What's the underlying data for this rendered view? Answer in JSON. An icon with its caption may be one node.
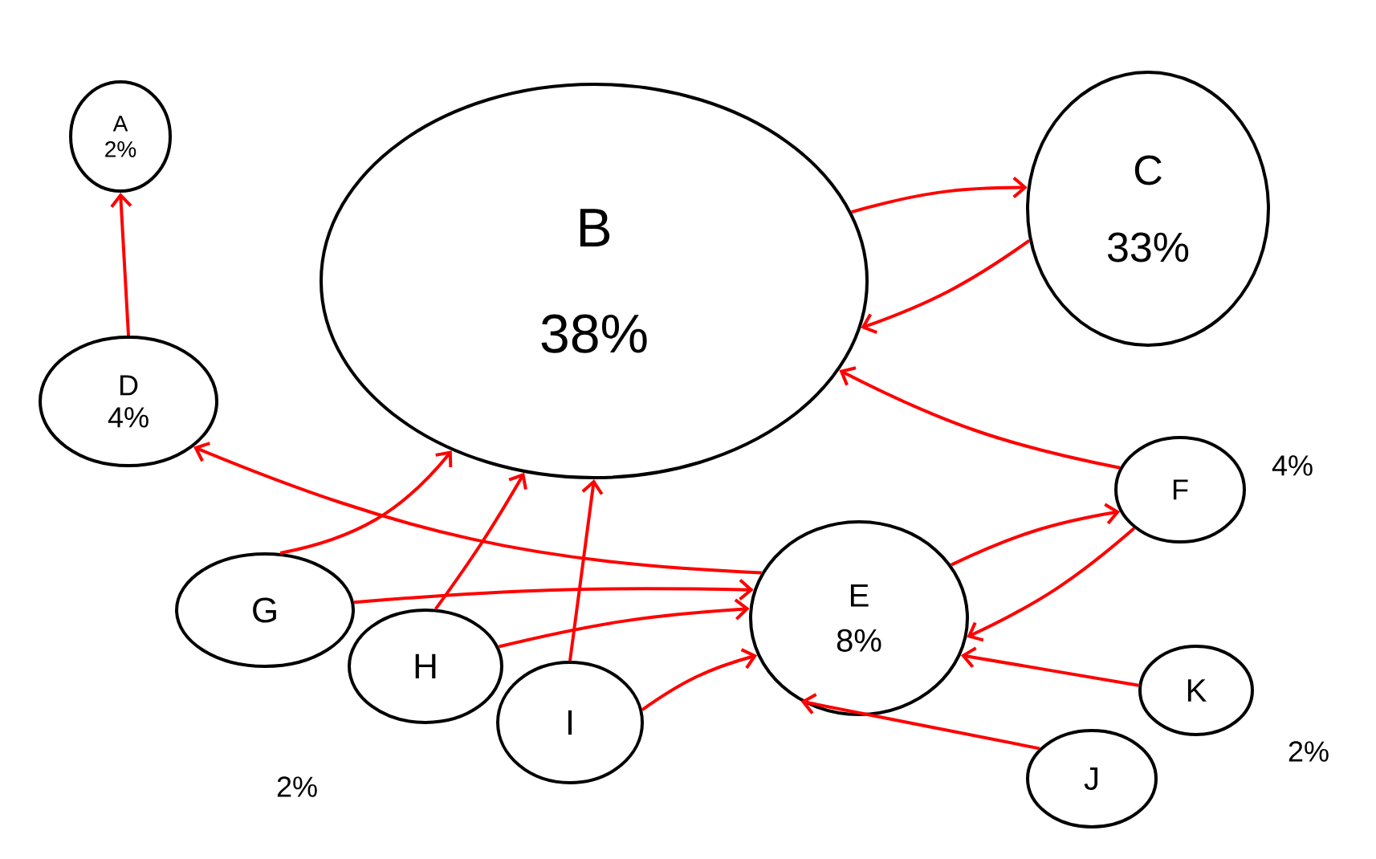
{
  "diagram": {
    "nodes": [
      {
        "text": [
          "A",
          "2%"
        ]
      },
      {
        "text": [
          "B",
          "38%"
        ]
      },
      {
        "text": [
          "C",
          "33%"
        ]
      },
      {
        "text": [
          "D",
          "4%"
        ]
      },
      {
        "text": [
          "E",
          "8%"
        ]
      },
      {
        "text": [
          "F"
        ],
        "beside": [
          "4%"
        ]
      },
      {
        "text": [
          "G"
        ]
      },
      {
        "text": [
          "H"
        ]
      },
      {
        "text": [
          "I"
        ]
      },
      {
        "text": [
          "J"
        ]
      },
      {
        "text": [
          "K"
        ],
        "beside": [
          "2%"
        ]
      }
    ],
    "edges": [
      {
        "from": 3,
        "to": 0,
        "arrow": "to"
      },
      {
        "from": 1,
        "to": 2,
        "arrow": "to"
      },
      {
        "from": 2,
        "to": 1,
        "arrow": "to"
      },
      {
        "from": 5,
        "to": 1,
        "arrow": "to"
      },
      {
        "from": 4,
        "to": 5,
        "arrow": "to"
      },
      {
        "from": 5,
        "to": 4,
        "arrow": "to"
      },
      {
        "from": 6,
        "to": 1,
        "arrow": "to"
      },
      {
        "from": 4,
        "to": 3,
        "arrow": "to"
      },
      {
        "from": 6,
        "to": 4,
        "arrow": "to"
      },
      {
        "from": 7,
        "to": 1,
        "arrow": "to"
      },
      {
        "from": 7,
        "to": 4,
        "arrow": "to"
      },
      {
        "from": 8,
        "to": 1,
        "arrow": "to"
      },
      {
        "from": 8,
        "to": 4,
        "arrow": "to"
      },
      {
        "from": 10,
        "to": 4,
        "arrow": "to"
      },
      {
        "from": 9,
        "to": 4,
        "arrow": "to"
      }
    ],
    "labels": [
      "2%"
    ]
  }
}
